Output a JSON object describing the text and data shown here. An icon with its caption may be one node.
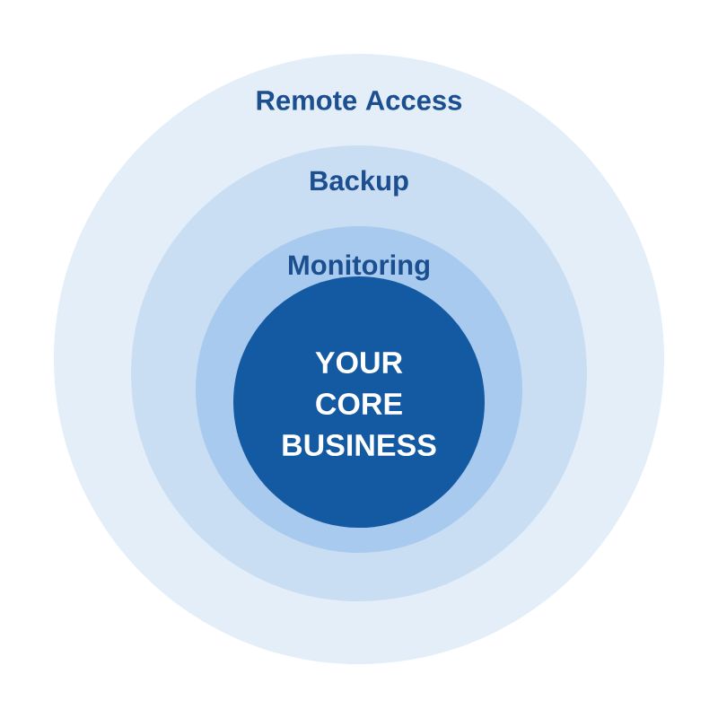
{
  "diagram": {
    "nodes": [
      {
        "text": [
          "Remote Access"
        ]
      },
      {
        "text": [
          "Backup"
        ],
        "in": 0
      },
      {
        "text": [
          "Monitoring"
        ],
        "in": 1
      },
      {
        "text": [
          "YOUR CORE BUSINESS"
        ],
        "in": 2
      }
    ]
  }
}
